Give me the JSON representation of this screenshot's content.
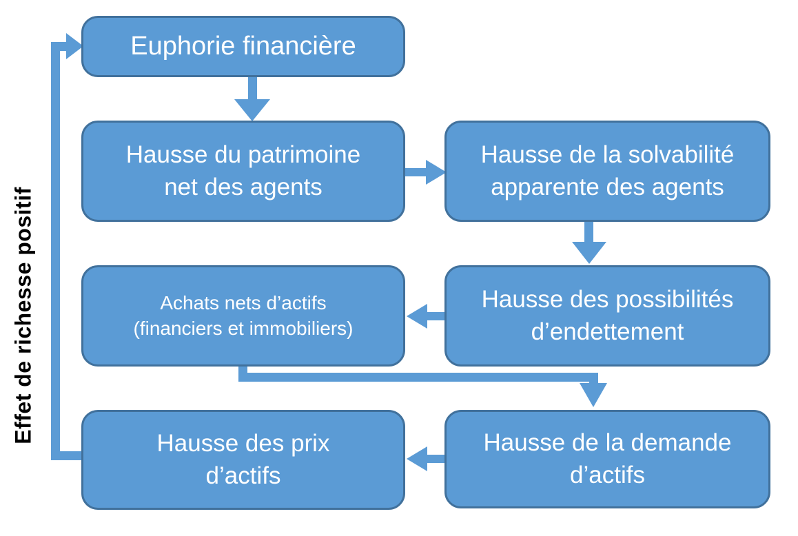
{
  "colors": {
    "background": "#ffffff",
    "box_fill": "#5B9BD5",
    "box_border": "#41719C",
    "connector": "#5B9BD5",
    "box_text": "#ffffff",
    "side_label_text": "#000000"
  },
  "diagram": {
    "type": "flowchart-cycle",
    "side_label": "Effet de richesse positif",
    "nodes": [
      {
        "id": "euphorie",
        "label": "Euphorie financière"
      },
      {
        "id": "patrimoine",
        "label": "Hausse du patrimoine\nnet des agents"
      },
      {
        "id": "solvabilite",
        "label": "Hausse de la solvabilité\napparente des agents"
      },
      {
        "id": "achats",
        "label": "Achats nets d’actifs\n(financiers et immobiliers)"
      },
      {
        "id": "endettement",
        "label": "Hausse des possibilités\nd’endettement"
      },
      {
        "id": "prix",
        "label": "Hausse des prix\nd’actifs"
      },
      {
        "id": "demande",
        "label": "Hausse de la demande\nd’actifs"
      }
    ],
    "edges": [
      {
        "from": "euphorie",
        "to": "patrimoine",
        "direction": "down"
      },
      {
        "from": "patrimoine",
        "to": "solvabilite",
        "direction": "right"
      },
      {
        "from": "solvabilite",
        "to": "endettement",
        "direction": "down"
      },
      {
        "from": "endettement",
        "to": "achats",
        "direction": "left"
      },
      {
        "from": "achats",
        "to": "demande",
        "direction": "down-elbow-right"
      },
      {
        "from": "demande",
        "to": "prix",
        "direction": "left"
      },
      {
        "from": "prix",
        "to": "euphorie",
        "direction": "up-feedback-loop",
        "label": "Effet de richesse positif"
      }
    ]
  }
}
